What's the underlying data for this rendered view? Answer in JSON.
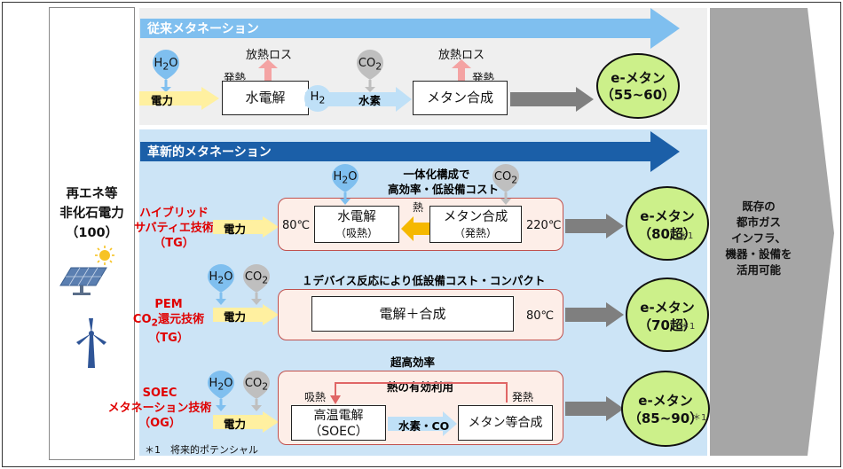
{
  "left": {
    "line1": "再エネ等",
    "line2": "非化石電力",
    "line3": "（100）"
  },
  "right": {
    "line1": "既存の",
    "line2": "都市ガス",
    "line3": "インフラ、",
    "line4": "機器・設備を",
    "line5": "活用可能"
  },
  "conventional": {
    "band_label": "従来メタネーション",
    "h2o": "H2O",
    "co2": "CO2",
    "power": "電力",
    "electrolysis": "水電解",
    "heat_loss_1": "放熱ロス",
    "heat_gen_1": "発熱",
    "h2": "H2",
    "hydrogen": "水素",
    "methane_synth": "メタン合成",
    "heat_loss_2": "放熱ロス",
    "heat_gen_2": "発熱",
    "result_1": "e-メタン",
    "result_2": "（55~60）"
  },
  "innovative": {
    "band_label": "革新的メタネーション",
    "hybrid": {
      "name_1": "ハイブリッド",
      "name_2": "サバティエ技術",
      "name_3": "（TG）",
      "power": "電力",
      "h2o": "H2O",
      "co2": "CO2",
      "note_1": "一体化構成で",
      "note_2": "高効率・低設備コスト",
      "temp_left": "80℃",
      "electrolysis": "水電解",
      "electrolysis_sub": "（吸熱）",
      "heat": "熱",
      "methane_synth": "メタン合成",
      "methane_synth_sub": "（発熱）",
      "temp_right": "220℃",
      "result_1": "e-メタン",
      "result_2": "（80超）",
      "footnote_mark": "＊1"
    },
    "pem": {
      "name_1": "PEM",
      "name_2": "CO2還元技術",
      "name_3": "（TG）",
      "power": "電力",
      "h2o": "H2O",
      "co2": "CO2",
      "note": "１デバイス反応により低設備コスト・コンパクト",
      "process": "電解＋合成",
      "temp": "80℃",
      "result_1": "e-メタン",
      "result_2": "（70超）",
      "footnote_mark": "＊1"
    },
    "soec": {
      "name_1": "SOEC",
      "name_2": "メタネーション技術",
      "name_3": "（OG）",
      "power": "電力",
      "h2o": "H2O",
      "co2": "CO2",
      "note": "超高効率",
      "heat_use": "熱の有効利用",
      "absorb": "吸熱",
      "emit": "発熱",
      "electrolysis_1": "高温電解",
      "electrolysis_2": "（SOEC）",
      "hydrogen_co": "水素・CO",
      "methane_synth": "メタン等合成",
      "result_1": "e-メタン",
      "result_2": "（85~90）",
      "footnote_mark": "＊1"
    }
  },
  "footnote": "＊1　将来的ポテンシャル",
  "icons": [
    "solar-panel-icon",
    "wind-turbine-icon",
    "water-drop-icon",
    "co2-drop-icon"
  ],
  "colors": {
    "blue_band": "#1b5fa8",
    "light_band": "#7fbfef",
    "result_fill": "#ccf08a",
    "power_arrow": "#fff0a0",
    "heat_red": "#e06666"
  }
}
